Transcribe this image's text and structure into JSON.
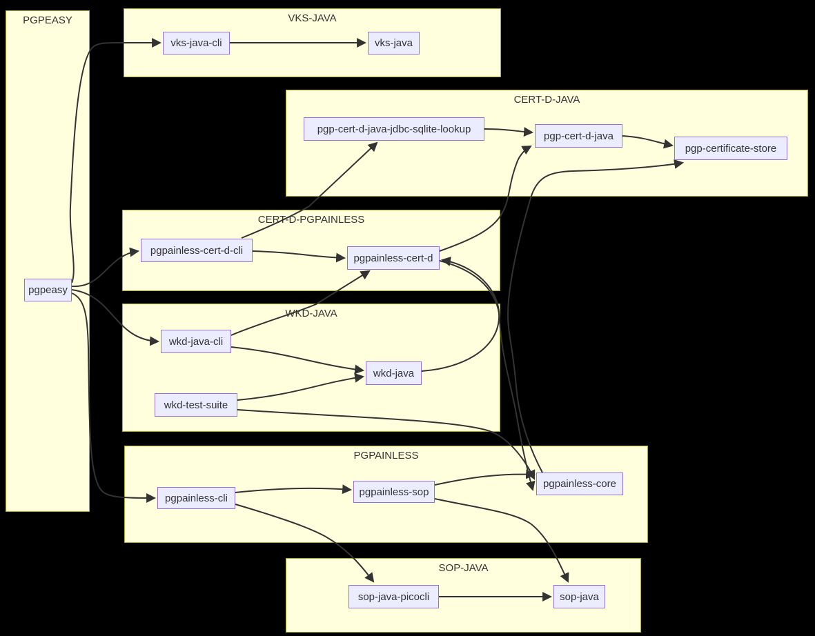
{
  "diagram": {
    "type": "flowchart",
    "direction": "left-to-right"
  },
  "colors": {
    "background": "#000000",
    "cluster_fill": "#ffffde",
    "cluster_border": "#aaaa33",
    "node_fill": "#ececff",
    "node_border": "#9370db",
    "edge": "#333333",
    "text": "#333333"
  },
  "clusters": [
    {
      "id": "PGPEASY",
      "label": "PGPEASY"
    },
    {
      "id": "VKS-JAVA",
      "label": "VKS-JAVA"
    },
    {
      "id": "CERT-D-JAVA",
      "label": "CERT-D-JAVA"
    },
    {
      "id": "CERT-D-PGPAINLESS",
      "label": "CERT-D-PGPAINLESS"
    },
    {
      "id": "WKD-JAVA",
      "label": "WKD-JAVA"
    },
    {
      "id": "PGPAINLESS",
      "label": "PGPAINLESS"
    },
    {
      "id": "SOP-JAVA",
      "label": "SOP-JAVA"
    }
  ],
  "nodes": [
    {
      "id": "pgpeasy",
      "label": "pgpeasy",
      "cluster": "PGPEASY"
    },
    {
      "id": "vks-java-cli",
      "label": "vks-java-cli",
      "cluster": "VKS-JAVA"
    },
    {
      "id": "vks-java",
      "label": "vks-java",
      "cluster": "VKS-JAVA"
    },
    {
      "id": "pgp-cert-d-java-jdbc-sqlite-lookup",
      "label": "pgp-cert-d-java-jdbc-sqlite-lookup",
      "cluster": "CERT-D-JAVA"
    },
    {
      "id": "pgp-cert-d-java",
      "label": "pgp-cert-d-java",
      "cluster": "CERT-D-JAVA"
    },
    {
      "id": "pgp-certificate-store",
      "label": "pgp-certificate-store",
      "cluster": "CERT-D-JAVA"
    },
    {
      "id": "pgpainless-cert-d-cli",
      "label": "pgpainless-cert-d-cli",
      "cluster": "CERT-D-PGPAINLESS"
    },
    {
      "id": "pgpainless-cert-d",
      "label": "pgpainless-cert-d",
      "cluster": "CERT-D-PGPAINLESS"
    },
    {
      "id": "wkd-java-cli",
      "label": "wkd-java-cli",
      "cluster": "WKD-JAVA"
    },
    {
      "id": "wkd-java",
      "label": "wkd-java",
      "cluster": "WKD-JAVA"
    },
    {
      "id": "wkd-test-suite",
      "label": "wkd-test-suite",
      "cluster": "WKD-JAVA"
    },
    {
      "id": "pgpainless-cli",
      "label": "pgpainless-cli",
      "cluster": "PGPAINLESS"
    },
    {
      "id": "pgpainless-sop",
      "label": "pgpainless-sop",
      "cluster": "PGPAINLESS"
    },
    {
      "id": "pgpainless-core",
      "label": "pgpainless-core",
      "cluster": "PGPAINLESS"
    },
    {
      "id": "sop-java-picocli",
      "label": "sop-java-picocli",
      "cluster": "SOP-JAVA"
    },
    {
      "id": "sop-java",
      "label": "sop-java",
      "cluster": "SOP-JAVA"
    }
  ],
  "edges": [
    {
      "from": "pgpeasy",
      "to": "vks-java-cli"
    },
    {
      "from": "pgpeasy",
      "to": "pgpainless-cert-d-cli"
    },
    {
      "from": "pgpeasy",
      "to": "wkd-java-cli"
    },
    {
      "from": "pgpeasy",
      "to": "pgpainless-cli"
    },
    {
      "from": "vks-java-cli",
      "to": "vks-java"
    },
    {
      "from": "pgp-cert-d-java-jdbc-sqlite-lookup",
      "to": "pgp-cert-d-java"
    },
    {
      "from": "pgp-cert-d-java",
      "to": "pgp-certificate-store"
    },
    {
      "from": "pgpainless-cert-d-cli",
      "to": "pgp-cert-d-java-jdbc-sqlite-lookup"
    },
    {
      "from": "pgpainless-cert-d-cli",
      "to": "pgpainless-cert-d"
    },
    {
      "from": "pgpainless-cert-d",
      "to": "pgp-cert-d-java"
    },
    {
      "from": "pgpainless-cert-d",
      "to": "pgpainless-core"
    },
    {
      "from": "wkd-java",
      "to": "pgpainless-cert-d"
    },
    {
      "from": "wkd-java-cli",
      "to": "pgpainless-cert-d"
    },
    {
      "from": "wkd-java-cli",
      "to": "wkd-java"
    },
    {
      "from": "wkd-test-suite",
      "to": "wkd-java"
    },
    {
      "from": "wkd-test-suite",
      "to": "pgpainless-core"
    },
    {
      "from": "pgpainless-cli",
      "to": "pgpainless-sop"
    },
    {
      "from": "pgpainless-cli",
      "to": "sop-java-picocli"
    },
    {
      "from": "pgpainless-sop",
      "to": "pgpainless-core"
    },
    {
      "from": "pgpainless-sop",
      "to": "sop-java"
    },
    {
      "from": "pgpainless-core",
      "to": "pgp-certificate-store"
    },
    {
      "from": "sop-java-picocli",
      "to": "sop-java"
    }
  ]
}
